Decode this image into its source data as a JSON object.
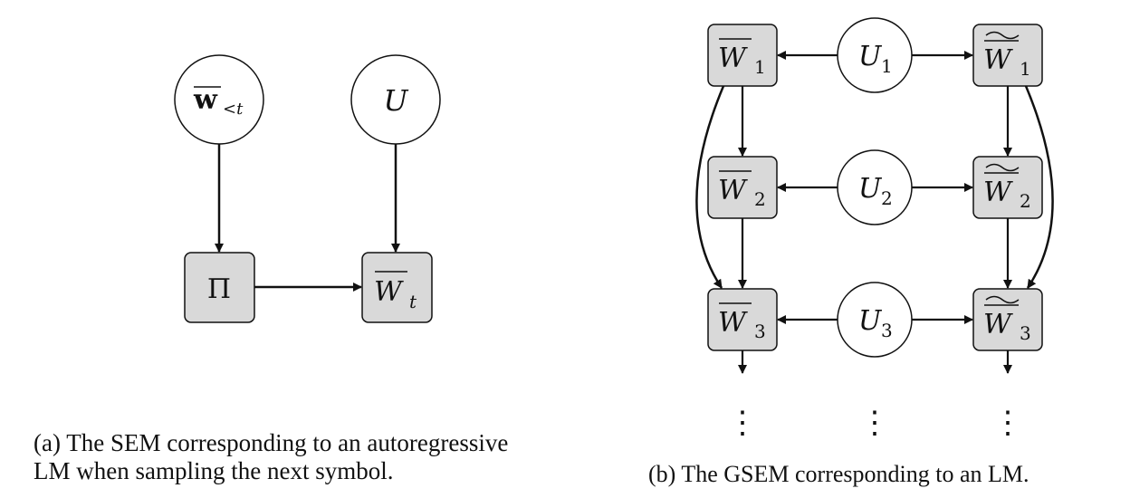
{
  "figure_a": {
    "nodes": {
      "w_lt_t": {
        "label": "w",
        "sub": "<t",
        "shape": "circle",
        "style": "bold-overline"
      },
      "u": {
        "label": "U",
        "shape": "circle"
      },
      "pi": {
        "label": "Π",
        "shape": "box"
      },
      "w_t": {
        "label": "W",
        "sub": "t",
        "shape": "box",
        "style": "overline"
      }
    },
    "edges": [
      [
        "w_lt_t",
        "pi"
      ],
      [
        "u",
        "w_t"
      ],
      [
        "pi",
        "w_t"
      ]
    ],
    "caption_line1": "(a) The SEM corresponding to an autoregressive",
    "caption_line2": "LM when sampling the next symbol."
  },
  "figure_b": {
    "rows": [
      {
        "u": "U",
        "u_sub": "1",
        "left": "W",
        "left_sub": "1",
        "right": "W",
        "right_sub": "1"
      },
      {
        "u": "U",
        "u_sub": "2",
        "left": "W",
        "left_sub": "2",
        "right": "W",
        "right_sub": "2"
      },
      {
        "u": "U",
        "u_sub": "3",
        "left": "W",
        "left_sub": "3",
        "right": "W",
        "right_sub": "3"
      }
    ],
    "ellipsis": "⋮",
    "caption": "(b) The GSEM corresponding to an LM."
  },
  "colors": {
    "box_fill": "#d9d9d9",
    "stroke": "#111111"
  }
}
